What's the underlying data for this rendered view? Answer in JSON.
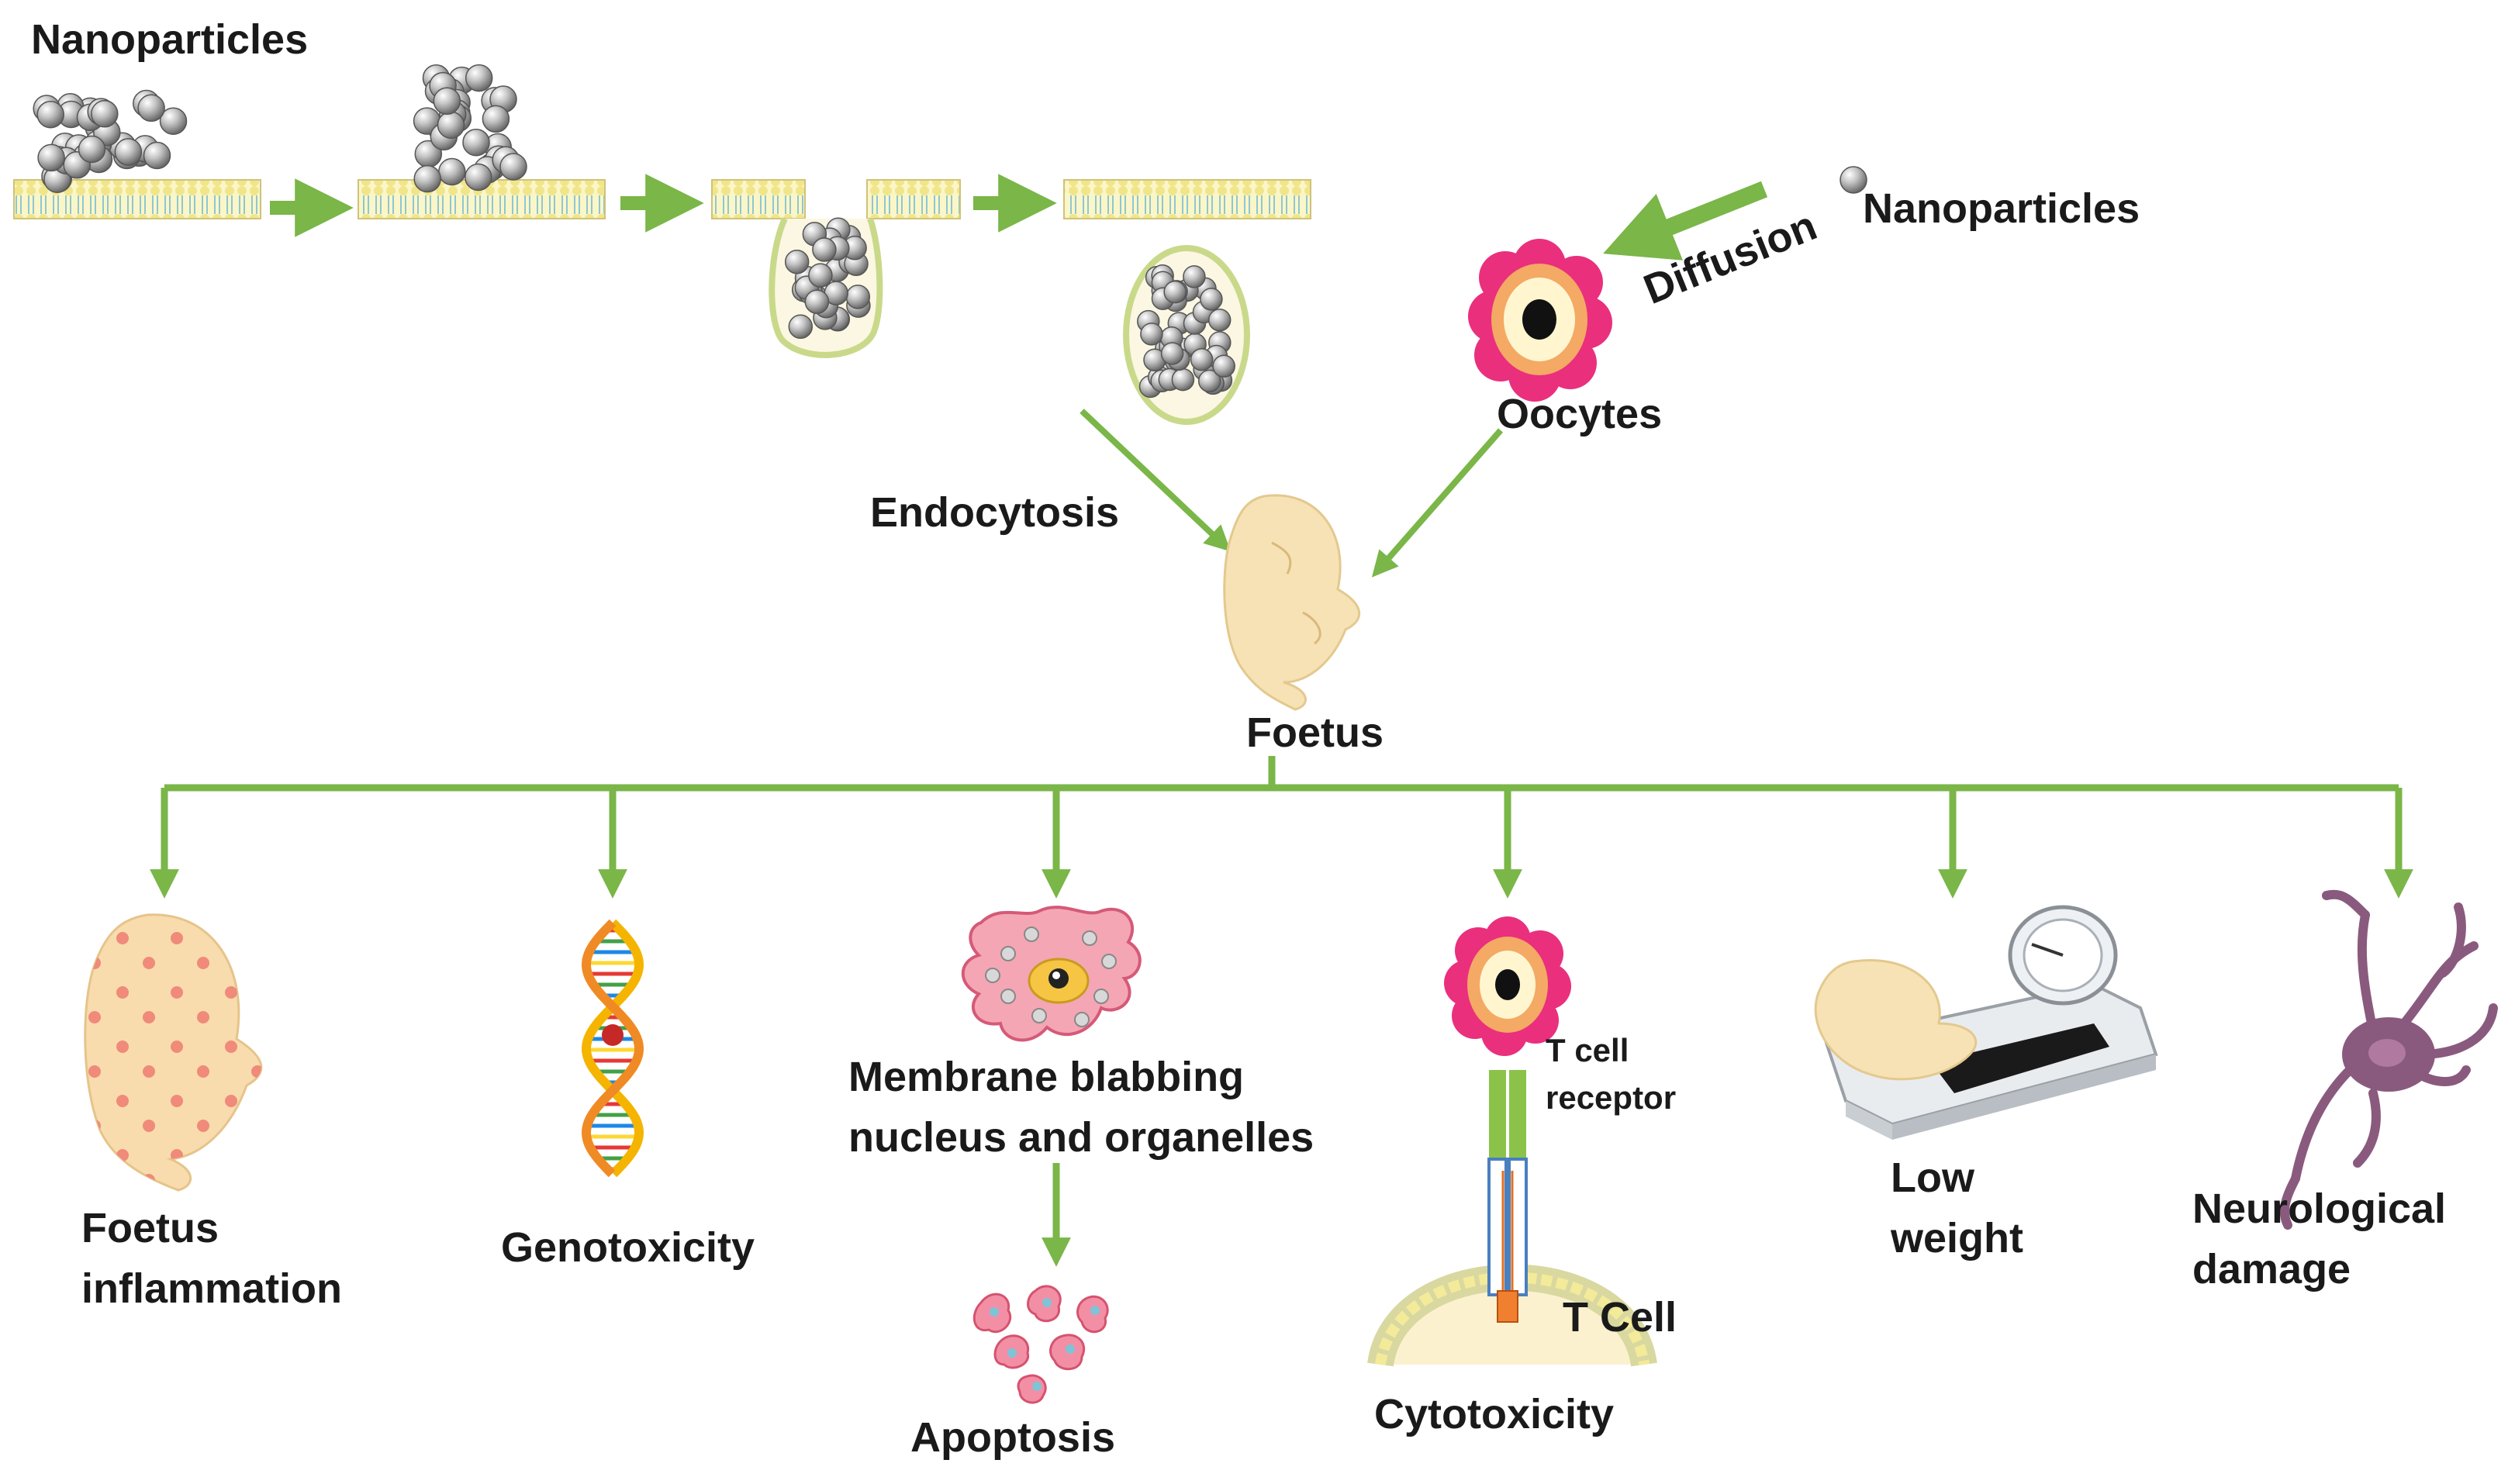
{
  "labels": {
    "nanoparticles_top": "Nanoparticles",
    "nanoparticles_right": "Nanoparticles",
    "diffusion": "Diffusion",
    "oocytes": "Oocytes",
    "endocytosis": "Endocytosis",
    "foetus": "Foetus",
    "foetus_inflammation": [
      "Foetus",
      "inflammation"
    ],
    "genotoxicity": "Genotoxicity",
    "membrane_blabbing": [
      "Membrane blabbing",
      "nucleus and organelles"
    ],
    "apoptosis": "Apoptosis",
    "t_cell_receptor": [
      "T cell",
      "receptor"
    ],
    "t_cell": "T Cell",
    "cytotoxicity": "Cytotoxicity",
    "low_weight": [
      "Low",
      "weight"
    ],
    "neurological_damage": [
      "Neurological",
      "damage"
    ]
  },
  "colors": {
    "arrow_green": "#7ab648",
    "membrane_yellow": "#f3e99a",
    "membrane_blue": "#9fd0d8",
    "particle_grey": "#9a9a9a",
    "foetus_skin": "#f7e2b5",
    "oocyte_pink": "#ea2f7d",
    "oocyte_orange": "#f4a964",
    "spots": "#f08a7a",
    "neuron_purple": "#8a5a7e",
    "apoptotic_pink": "#f28fa5"
  },
  "icons": [
    "nanoparticle-cluster-icon",
    "cell-membrane-icon",
    "endocytic-vesicle-icon",
    "oocyte-icon",
    "foetus-icon",
    "dna-helix-icon",
    "blebbing-cell-icon",
    "apoptotic-bodies-icon",
    "t-cell-icon",
    "weighing-scale-icon",
    "neuron-icon"
  ]
}
